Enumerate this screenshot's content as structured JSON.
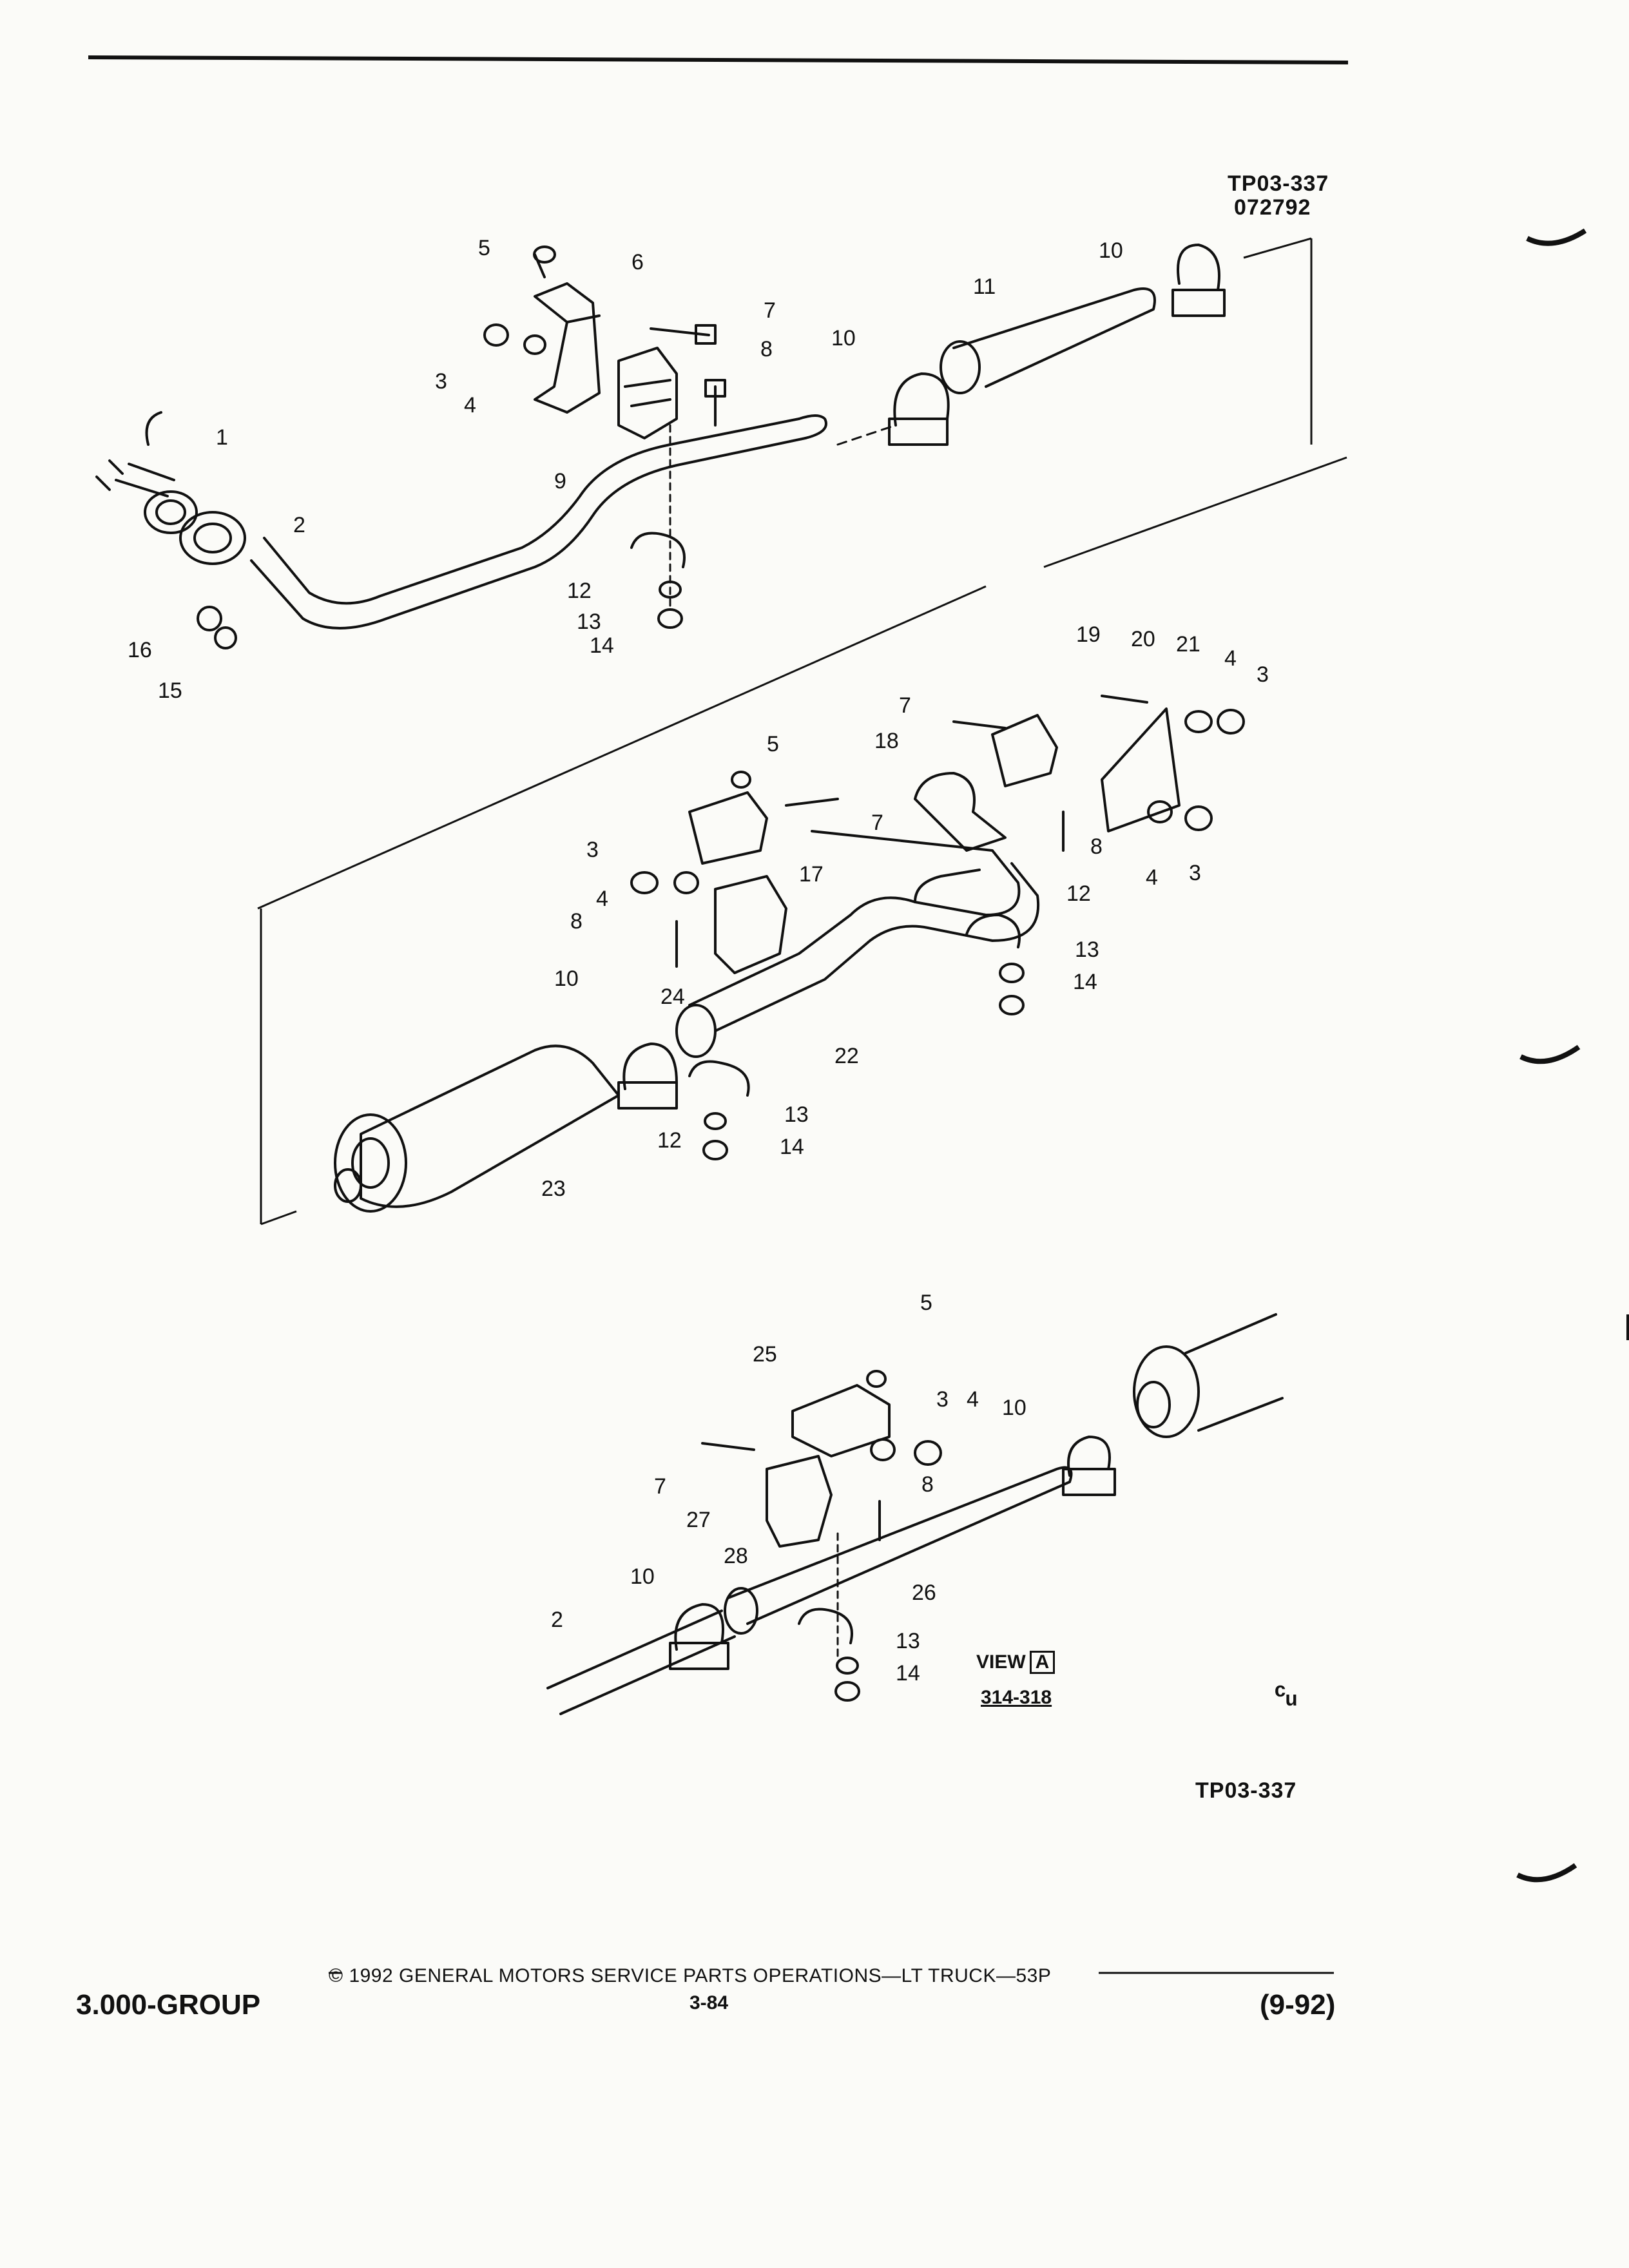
{
  "header": {
    "figure_code": "TP03-337",
    "figure_date": "072792"
  },
  "callouts": {
    "upper": [
      "5",
      "6",
      "7",
      "8",
      "3",
      "4",
      "9",
      "1",
      "2",
      "10",
      "11",
      "10",
      "12",
      "13",
      "14",
      "16",
      "15"
    ],
    "middle": [
      "19",
      "20",
      "21",
      "4",
      "3",
      "7",
      "18",
      "5",
      "7",
      "17",
      "8",
      "3",
      "4",
      "8",
      "12",
      "13",
      "14",
      "10",
      "24",
      "22",
      "23",
      "13",
      "12",
      "14",
      "4",
      "3"
    ],
    "lower": [
      "5",
      "25",
      "3",
      "4",
      "10",
      "7",
      "8",
      "27",
      "28",
      "10",
      "2",
      "26",
      "13",
      "14"
    ]
  },
  "view": {
    "label": "VIEW",
    "letter": "A",
    "code": "314-318"
  },
  "bottom_figure_code": "TP03-337",
  "corner_mark": "ᶜᵤ",
  "footer": {
    "group": "3.000-GROUP",
    "copyright": "© 1992 GENERAL MOTORS SERVICE PARTS OPERATIONS—LT TRUCK—53P",
    "page": "3-84",
    "date": "(9-92)"
  }
}
